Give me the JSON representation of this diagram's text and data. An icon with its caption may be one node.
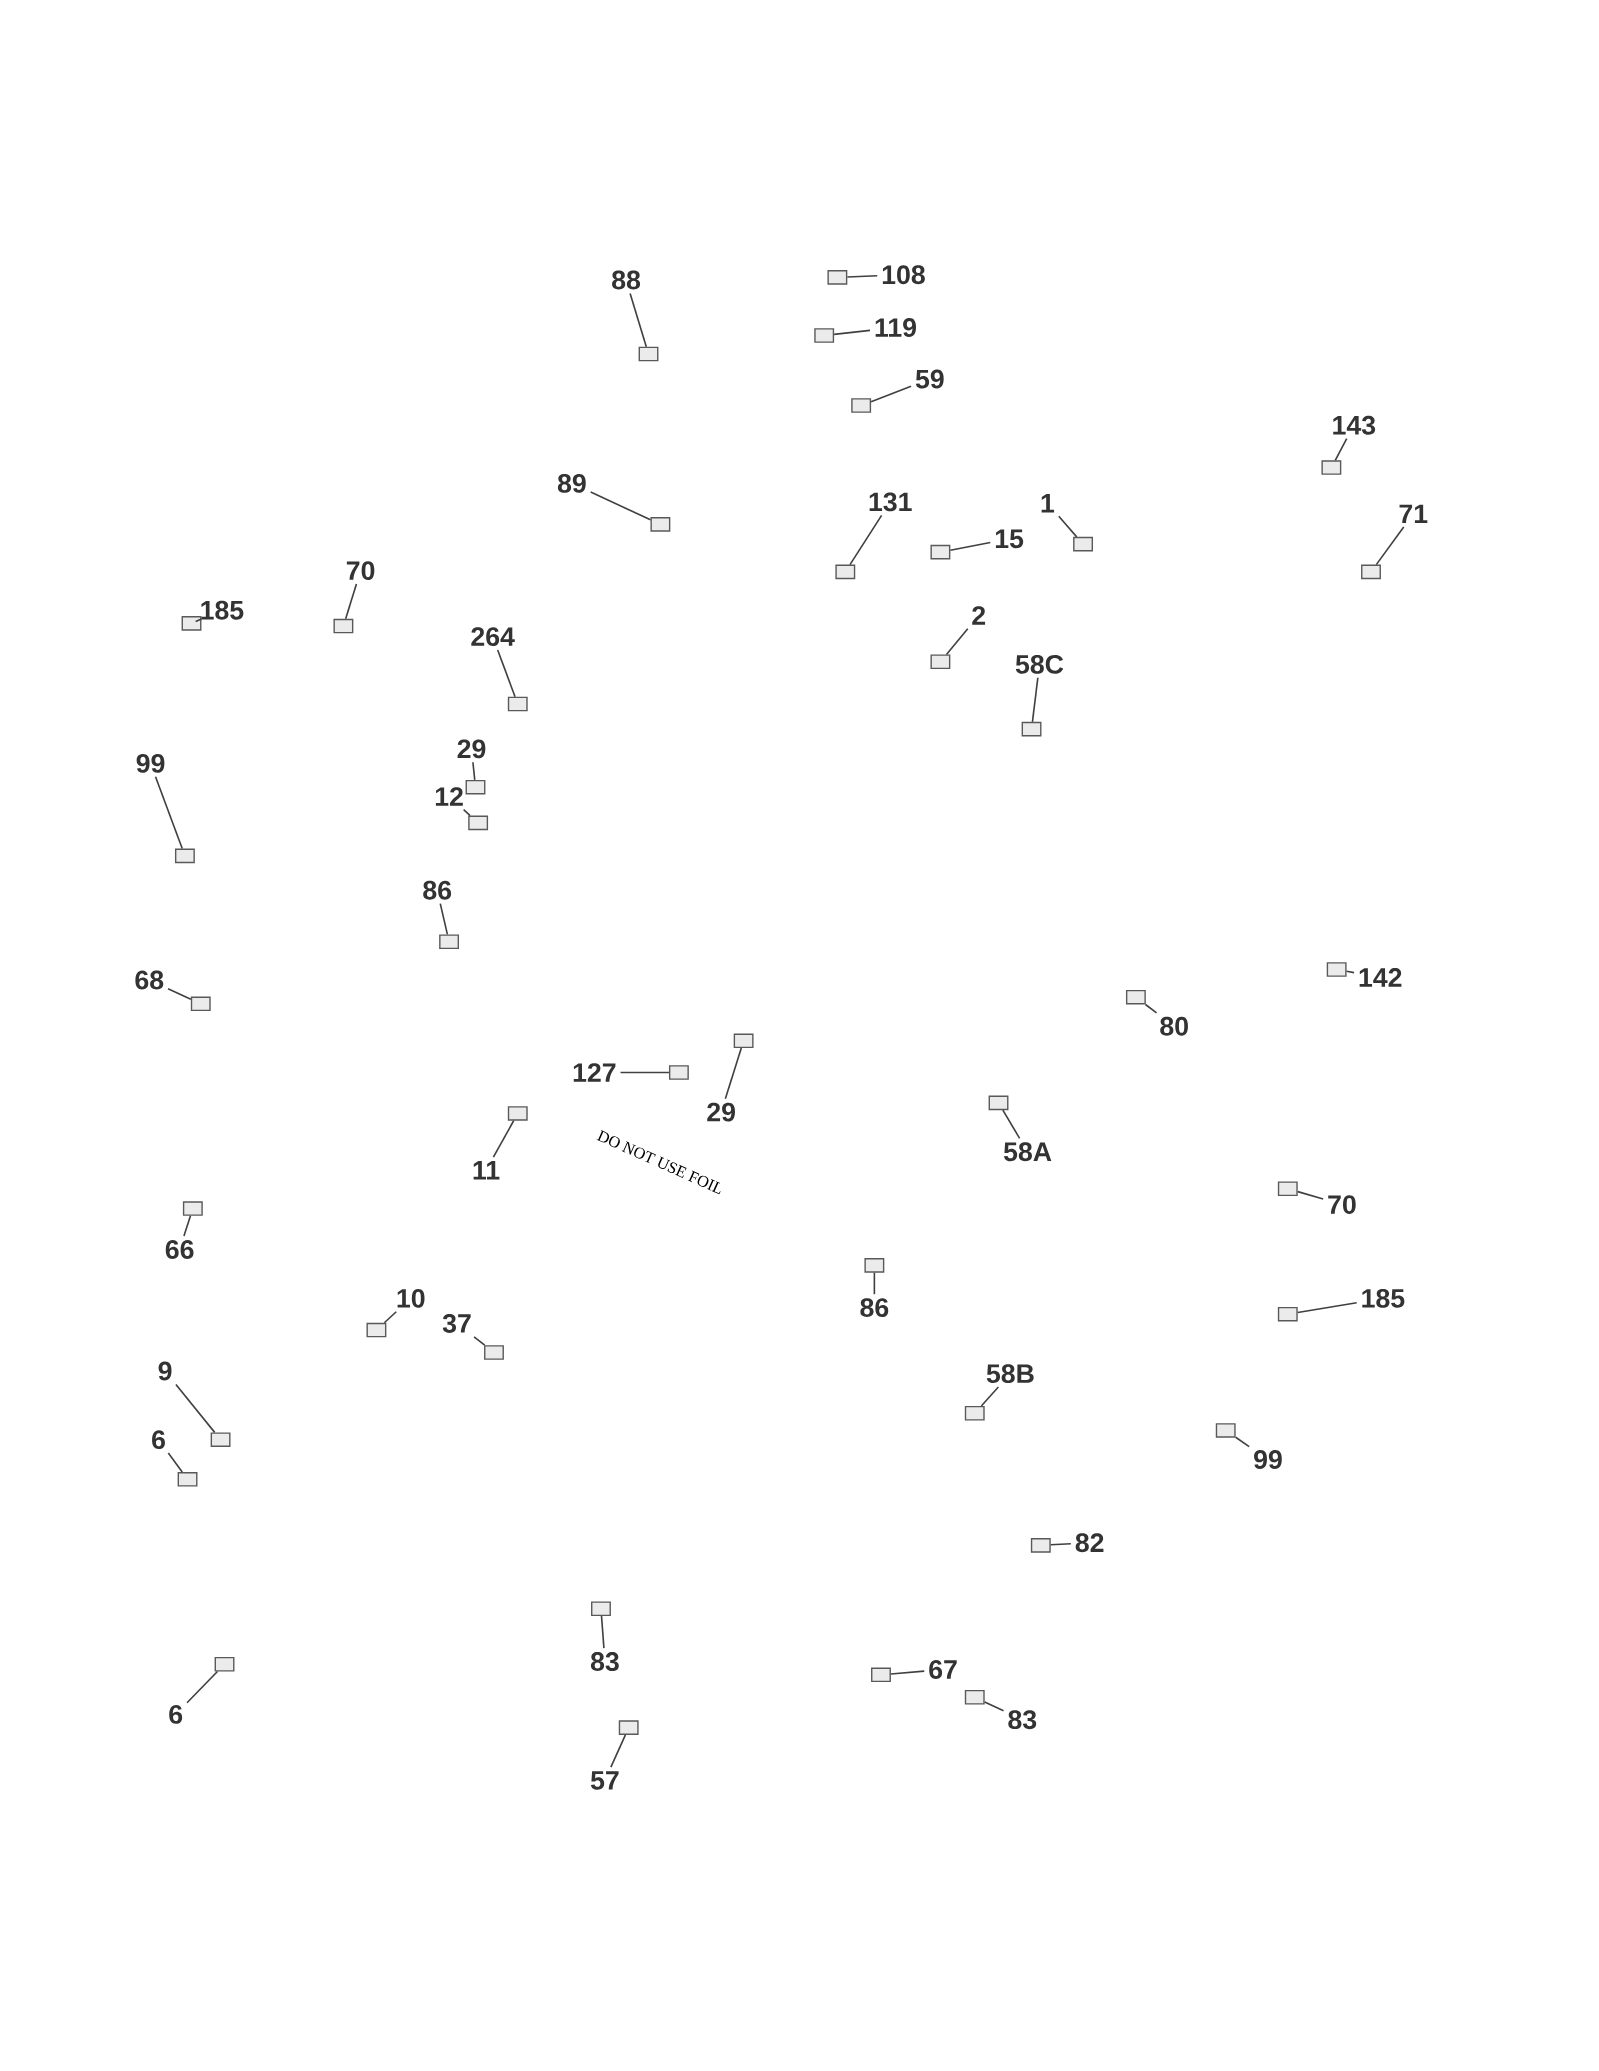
{
  "diagram": {
    "nodes": [
      {
        "text": [
          "108"
        ]
      },
      {
        "text": [],
        "shape": "box"
      },
      {
        "text": [
          "88"
        ]
      },
      {
        "text": [],
        "shape": "box"
      },
      {
        "text": [
          "119"
        ]
      },
      {
        "text": [],
        "shape": "box"
      },
      {
        "text": [
          "59"
        ]
      },
      {
        "text": [],
        "shape": "box"
      },
      {
        "text": [
          "143"
        ]
      },
      {
        "text": [],
        "shape": "box"
      },
      {
        "text": [
          "89"
        ]
      },
      {
        "text": [],
        "shape": "box"
      },
      {
        "text": [
          "131"
        ]
      },
      {
        "text": [],
        "shape": "box"
      },
      {
        "text": [
          "1"
        ]
      },
      {
        "text": [],
        "shape": "box"
      },
      {
        "text": [
          "71"
        ]
      },
      {
        "text": [],
        "shape": "box"
      },
      {
        "text": [
          "15"
        ]
      },
      {
        "text": [],
        "shape": "box"
      },
      {
        "text": [
          "70"
        ]
      },
      {
        "text": [],
        "shape": "box"
      },
      {
        "text": [
          "185"
        ]
      },
      {
        "text": [],
        "shape": "box"
      },
      {
        "text": [
          "2"
        ]
      },
      {
        "text": [],
        "shape": "box"
      },
      {
        "text": [
          "264"
        ]
      },
      {
        "text": [],
        "shape": "box"
      },
      {
        "text": [
          "58C"
        ]
      },
      {
        "text": [],
        "shape": "box"
      },
      {
        "text": [
          "29"
        ]
      },
      {
        "text": [],
        "shape": "box"
      },
      {
        "text": [
          "99"
        ]
      },
      {
        "text": [],
        "shape": "box"
      },
      {
        "text": [
          "12"
        ]
      },
      {
        "text": [],
        "shape": "box"
      },
      {
        "text": [
          "86"
        ]
      },
      {
        "text": [],
        "shape": "box"
      },
      {
        "text": [
          "142"
        ]
      },
      {
        "text": [],
        "shape": "box"
      },
      {
        "text": [
          "68"
        ]
      },
      {
        "text": [],
        "shape": "box"
      },
      {
        "text": [
          "80"
        ]
      },
      {
        "text": [],
        "shape": "box"
      },
      {
        "text": [
          "127"
        ]
      },
      {
        "text": [],
        "shape": "box"
      },
      {
        "text": [
          "29"
        ]
      },
      {
        "text": [],
        "shape": "box"
      },
      {
        "text": [
          "58A"
        ]
      },
      {
        "text": [],
        "shape": "box"
      },
      {
        "text": [
          "11"
        ]
      },
      {
        "text": [],
        "shape": "box"
      },
      {
        "text": [
          "70"
        ]
      },
      {
        "text": [],
        "shape": "box"
      },
      {
        "text": [
          "66"
        ]
      },
      {
        "text": [],
        "shape": "box"
      },
      {
        "text": [
          "185"
        ]
      },
      {
        "text": [],
        "shape": "box"
      },
      {
        "text": [
          "10"
        ]
      },
      {
        "text": [],
        "shape": "box"
      },
      {
        "text": [
          "86"
        ]
      },
      {
        "text": [],
        "shape": "box"
      },
      {
        "text": [
          "37"
        ]
      },
      {
        "text": [],
        "shape": "box"
      },
      {
        "text": [
          "9"
        ]
      },
      {
        "text": [],
        "shape": "box"
      },
      {
        "text": [
          "58B"
        ]
      },
      {
        "text": [],
        "shape": "box"
      },
      {
        "text": [
          "6"
        ]
      },
      {
        "text": [],
        "shape": "box"
      },
      {
        "text": [
          "99"
        ]
      },
      {
        "text": [],
        "shape": "box"
      },
      {
        "text": [
          "82"
        ]
      },
      {
        "text": [],
        "shape": "box"
      },
      {
        "text": [
          "83"
        ]
      },
      {
        "text": [],
        "shape": "box"
      },
      {
        "text": [
          "67"
        ]
      },
      {
        "text": [],
        "shape": "box"
      },
      {
        "text": [
          "6"
        ]
      },
      {
        "text": [],
        "shape": "box"
      },
      {
        "text": [
          "83"
        ]
      },
      {
        "text": [],
        "shape": "box"
      },
      {
        "text": [
          "57"
        ]
      },
      {
        "text": [],
        "shape": "box"
      }
    ],
    "edges": [
      {
        "from": 0,
        "to": 1,
        "arrow": "none"
      },
      {
        "from": 2,
        "to": 3,
        "arrow": "none"
      },
      {
        "from": 4,
        "to": 5,
        "arrow": "none"
      },
      {
        "from": 6,
        "to": 7,
        "arrow": "none"
      },
      {
        "from": 8,
        "to": 9,
        "arrow": "none"
      },
      {
        "from": 10,
        "to": 11,
        "arrow": "none"
      },
      {
        "from": 12,
        "to": 13,
        "arrow": "none"
      },
      {
        "from": 14,
        "to": 15,
        "arrow": "none"
      },
      {
        "from": 16,
        "to": 17,
        "arrow": "none"
      },
      {
        "from": 18,
        "to": 19,
        "arrow": "none"
      },
      {
        "from": 20,
        "to": 21,
        "arrow": "none"
      },
      {
        "from": 22,
        "to": 23,
        "arrow": "none"
      },
      {
        "from": 24,
        "to": 25,
        "arrow": "none"
      },
      {
        "from": 26,
        "to": 27,
        "arrow": "none"
      },
      {
        "from": 28,
        "to": 29,
        "arrow": "none"
      },
      {
        "from": 30,
        "to": 31,
        "arrow": "none"
      },
      {
        "from": 32,
        "to": 33,
        "arrow": "none"
      },
      {
        "from": 34,
        "to": 35,
        "arrow": "none"
      },
      {
        "from": 36,
        "to": 37,
        "arrow": "none"
      },
      {
        "from": 38,
        "to": 39,
        "arrow": "none"
      },
      {
        "from": 40,
        "to": 41,
        "arrow": "none"
      },
      {
        "from": 42,
        "to": 43,
        "arrow": "none"
      },
      {
        "from": 44,
        "to": 45,
        "arrow": "none"
      },
      {
        "from": 46,
        "to": 47,
        "arrow": "none"
      },
      {
        "from": 48,
        "to": 49,
        "arrow": "none"
      },
      {
        "from": 50,
        "to": 51,
        "arrow": "none"
      },
      {
        "from": 52,
        "to": 53,
        "arrow": "none"
      },
      {
        "from": 54,
        "to": 55,
        "arrow": "none"
      },
      {
        "from": 56,
        "to": 57,
        "arrow": "none"
      },
      {
        "from": 58,
        "to": 59,
        "arrow": "none"
      },
      {
        "from": 60,
        "to": 61,
        "arrow": "none"
      },
      {
        "from": 62,
        "to": 63,
        "arrow": "none"
      },
      {
        "from": 64,
        "to": 65,
        "arrow": "none"
      },
      {
        "from": 66,
        "to": 67,
        "arrow": "none"
      },
      {
        "from": 68,
        "to": 69,
        "arrow": "none"
      },
      {
        "from": 70,
        "to": 71,
        "arrow": "none"
      },
      {
        "from": 72,
        "to": 73,
        "arrow": "none"
      },
      {
        "from": 74,
        "to": 75,
        "arrow": "none"
      },
      {
        "from": 76,
        "to": 77,
        "arrow": "none"
      },
      {
        "from": 78,
        "to": 79,
        "arrow": "none"
      },
      {
        "from": 80,
        "to": 81,
        "arrow": "none"
      },
      {
        "from": 82,
        "to": 83,
        "arrow": "none"
      }
    ],
    "labels": [
      "DO NOT USE FOIL"
    ]
  }
}
